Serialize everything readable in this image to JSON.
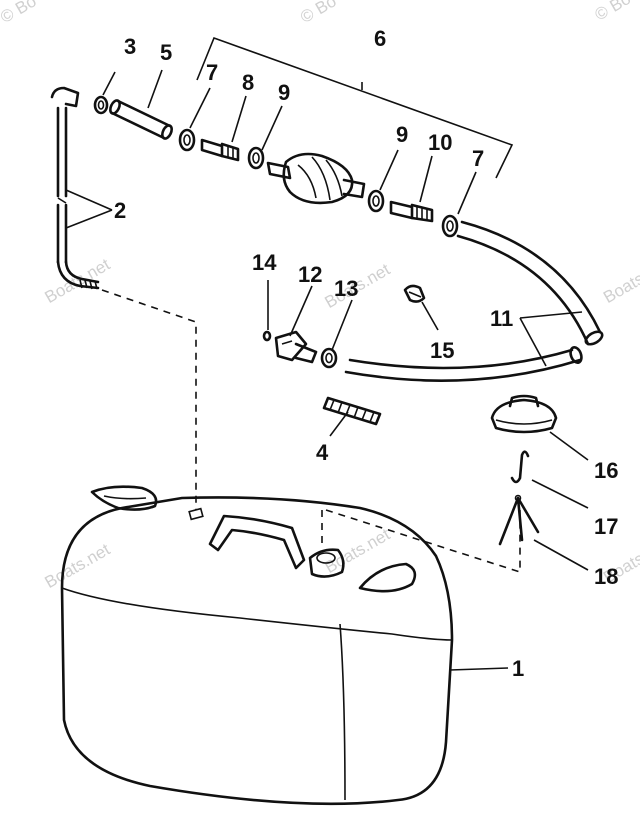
{
  "callouts": [
    "1",
    "2",
    "3",
    "4",
    "5",
    "6",
    "7",
    "8",
    "9",
    "9",
    "10",
    "7",
    "11",
    "12",
    "13",
    "14",
    "15",
    "16",
    "17",
    "18"
  ],
  "watermark": {
    "site": "Boats.net",
    "corner": "© Bo"
  }
}
